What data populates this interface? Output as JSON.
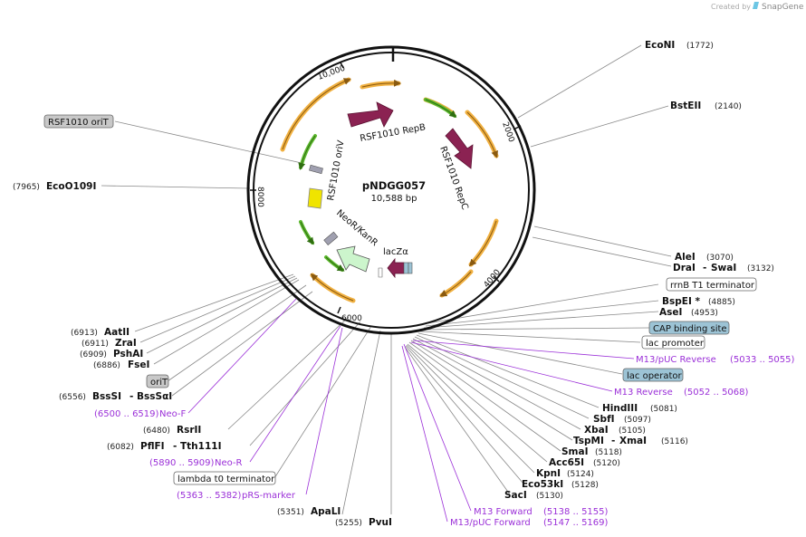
{
  "credit": {
    "prefix": "Created by",
    "brand": "SnapGene"
  },
  "plasmid": {
    "name": "pNDGG057",
    "size": "10,588 bp"
  },
  "ticks": [
    "10,000",
    "2000",
    "4000",
    "6000",
    "8000"
  ],
  "features": {
    "repB": "RSF1010 RepB",
    "repC": "RSF1010 RepC",
    "oriV": "RSF1010 oriV",
    "neo": "NeoR/KanR",
    "lacZ": "lacZα"
  },
  "enzymes": {
    "econi": {
      "name": "EcoNI",
      "pos": "(1772)"
    },
    "bsteii": {
      "name": "BstEII",
      "pos": "(2140)"
    },
    "alei": {
      "name": "AleI",
      "pos": "(3070)"
    },
    "drai": {
      "name": "DraI",
      "sep": "-",
      "name2": "SwaI",
      "pos": "(3132)"
    },
    "bspei": {
      "name": "BspEI *",
      "pos": "(4885)"
    },
    "asei": {
      "name": "AseI",
      "pos": "(4953)"
    },
    "hindiii": {
      "name": "HindIII",
      "pos": "(5081)"
    },
    "sbfi": {
      "name": "SbfI",
      "pos": "(5097)"
    },
    "xbai": {
      "name": "XbaI",
      "pos": "(5105)"
    },
    "tspmi": {
      "name": "TspMI",
      "sep": "-",
      "name2": "XmaI",
      "pos": "(5116)"
    },
    "smai": {
      "name": "SmaI",
      "pos": "(5118)"
    },
    "acc65i": {
      "name": "Acc65I",
      "pos": "(5120)"
    },
    "kpni": {
      "name": "KpnI",
      "pos": "(5124)"
    },
    "eco53ki": {
      "name": "Eco53kI",
      "pos": "(5128)"
    },
    "saci": {
      "name": "SacI",
      "pos": "(5130)"
    },
    "pvui": {
      "name": "PvuI",
      "pos": "(5255)"
    },
    "apali": {
      "name": "ApaLI",
      "pos": "(5351)"
    },
    "pflfi": {
      "name": "PflFI",
      "sep": "-",
      "name2": "Tth111I",
      "pos": "(6082)"
    },
    "rsrii": {
      "name": "RsrII",
      "pos": "(6480)"
    },
    "bsssi": {
      "name": "BssSI",
      "sep": "-",
      "name2": "BssSαI",
      "pos": "(6556)"
    },
    "fsei": {
      "name": "FseI",
      "pos": "(6886)"
    },
    "pshai": {
      "name": "PshAI",
      "pos": "(6909)"
    },
    "zrai": {
      "name": "ZraI",
      "pos": "(6911)"
    },
    "aatii": {
      "name": "AatII",
      "pos": "(6913)"
    },
    "eco0109i": {
      "name": "EcoO109I",
      "pos": "(7965)"
    }
  },
  "primers": {
    "m13puc_rev": {
      "name": "M13/pUC Reverse",
      "range": "(5033 .. 5055)"
    },
    "m13_rev": {
      "name": "M13 Reverse",
      "range": "(5052 .. 5068)"
    },
    "m13_fwd": {
      "name": "M13 Forward",
      "range": "(5138 .. 5155)"
    },
    "m13puc_fwd": {
      "name": "M13/pUC Forward",
      "range": "(5147 .. 5169)"
    },
    "prs": {
      "name": "pRS-marker",
      "range": "(5363 .. 5382)"
    },
    "neor": {
      "name": "Neo-R",
      "range": "(5890 .. 5909)"
    },
    "neof": {
      "name": "Neo-F",
      "range": "(6500 .. 6519)"
    }
  },
  "boxes": {
    "rsf_orit": "RSF1010 oriT",
    "rrnb": "rrnB T1 terminator",
    "cap": "CAP binding site",
    "lacprom": "lac promoter",
    "lacop": "lac operator",
    "orit": "oriT",
    "lambda": "lambda t0 terminator"
  },
  "colors": {
    "feature_purple": "#8b2252",
    "orange_arc": "#f0b040",
    "green_arc": "#5cb82e",
    "primer": "#9b30d8",
    "box_blue": "#9cc3d5",
    "box_gray": "#c8c8c8"
  }
}
